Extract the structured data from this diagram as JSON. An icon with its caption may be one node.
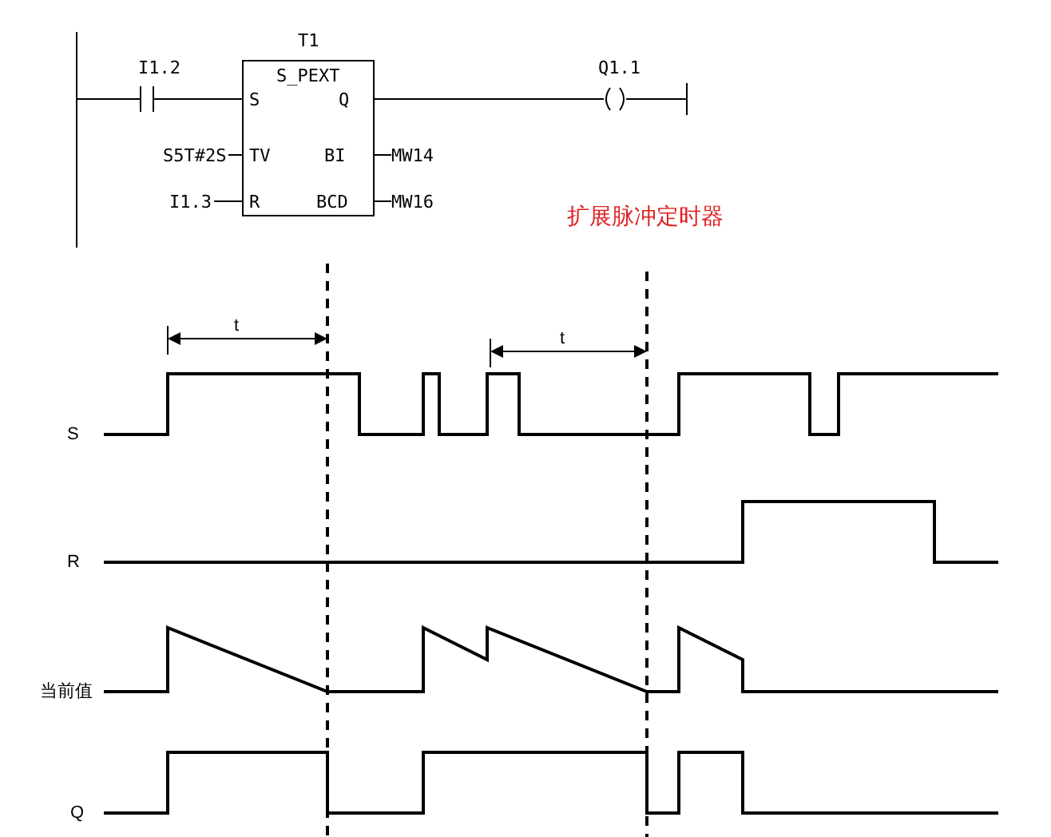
{
  "diagram": {
    "labels": [
      "T1",
      "I1.2",
      "S_PEXT",
      "Q1.1",
      "S",
      "Q",
      "S5T#2S",
      "TV",
      "BI",
      "MW14",
      "I1.3",
      "R",
      "BCD",
      "MW16",
      "扩展脉冲定时器",
      "t",
      "t",
      "S",
      "R",
      "当前值",
      "Q"
    ]
  }
}
